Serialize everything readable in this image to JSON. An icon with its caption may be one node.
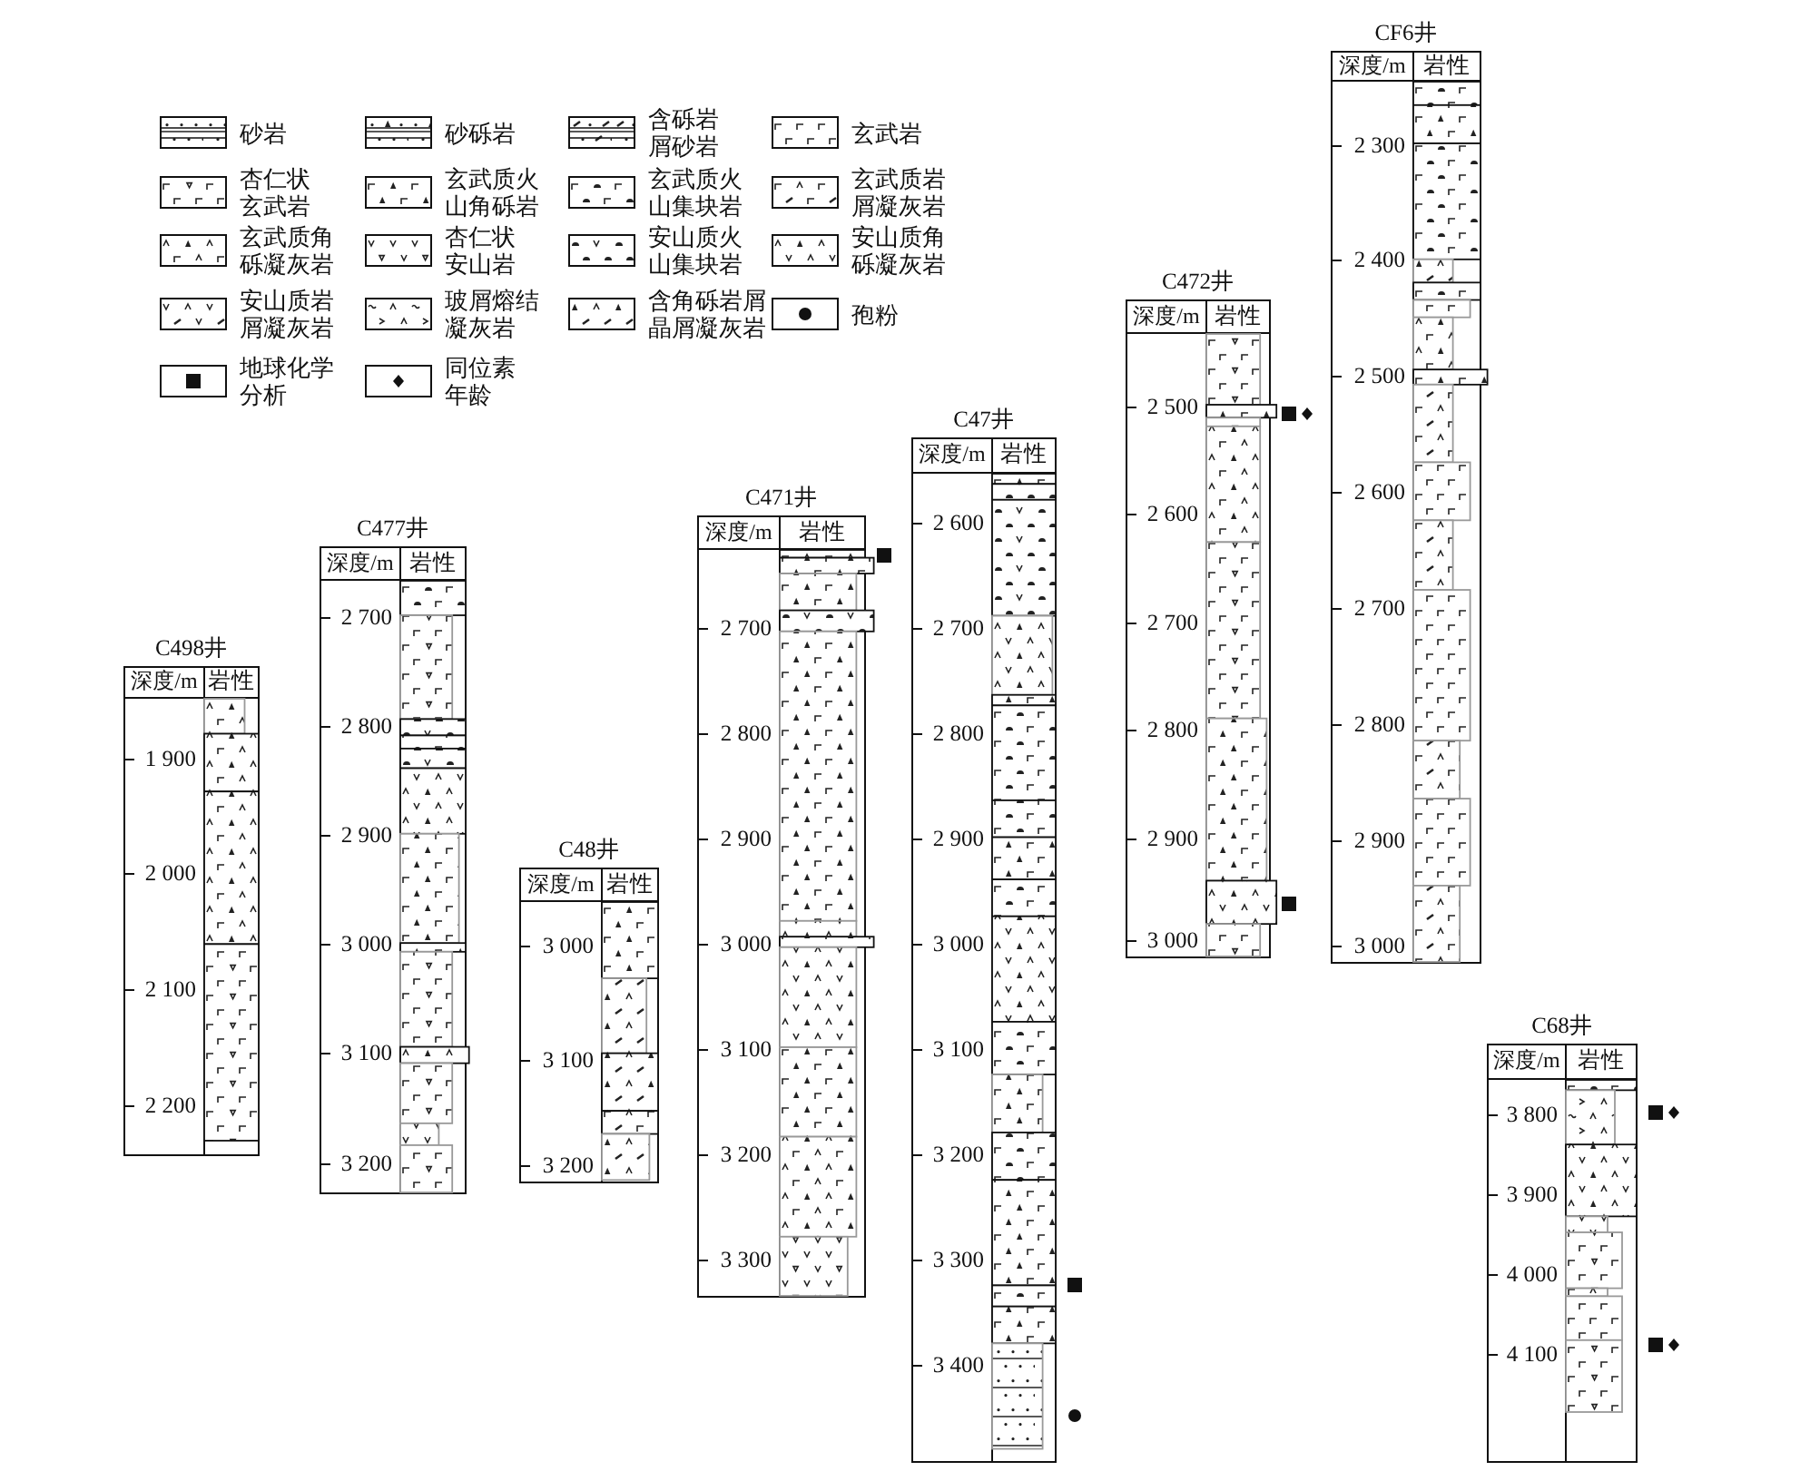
{
  "diagram": {
    "nodes": [
      {
        "text": [
          "C498井",
          "深度/m",
          "岩性",
          "1 900",
          "2 000",
          "2 100",
          "2 200"
        ]
      },
      {
        "text": [
          "C477井",
          "深度/m",
          "岩性",
          "2 700",
          "2 800",
          "2 900",
          "3 000",
          "3 100",
          "3 200"
        ]
      },
      {
        "text": [
          "C48井",
          "深度/m",
          "岩性",
          "3 000",
          "3 100",
          "3 200"
        ]
      },
      {
        "text": [
          "C471井",
          "深度/m",
          "岩性",
          "2 700",
          "2 800",
          "2 900",
          "3 000",
          "3 100",
          "3 200",
          "3 300"
        ]
      },
      {
        "text": [
          "C47井",
          "深度/m",
          "岩性",
          "2 600",
          "2 700",
          "2 800",
          "2 900",
          "3 000",
          "3 100",
          "3 200",
          "3 300",
          "3 400"
        ]
      },
      {
        "text": [
          "C472井",
          "深度/m",
          "岩性",
          "2 500",
          "2 600",
          "2 700",
          "2 800",
          "2 900",
          "3 000"
        ]
      },
      {
        "text": [
          "CF6井",
          "深度/m",
          "岩性",
          "2 300",
          "2 400",
          "2 500",
          "2 600",
          "2 700",
          "2 800",
          "2 900",
          "3 000"
        ]
      },
      {
        "text": [
          "C68井",
          "深度/m",
          "岩性",
          "3 800",
          "3 900",
          "4 000",
          "4 100"
        ]
      }
    ],
    "legend": [
      {
        "text": "砂岩"
      },
      {
        "text": "砂砾岩"
      },
      {
        "text": "含砾岩屑砂岩"
      },
      {
        "text": "玄武岩"
      },
      {
        "text": "杏仁状玄武岩"
      },
      {
        "text": "玄武质火山角砾岩"
      },
      {
        "text": "玄武质火山集块岩"
      },
      {
        "text": "玄武质岩屑凝灰岩"
      },
      {
        "text": "玄武质角砾凝灰岩"
      },
      {
        "text": "杏仁状安山岩"
      },
      {
        "text": "安山质火山集块岩"
      },
      {
        "text": "安山质角砾凝灰岩"
      },
      {
        "text": "安山质岩屑凝灰岩"
      },
      {
        "text": "玻屑熔结凝灰岩"
      },
      {
        "text": "含角砾岩屑晶屑凝灰岩"
      },
      {
        "text": "孢粉"
      },
      {
        "text": "地球化学分析"
      },
      {
        "text": "同位素年龄"
      }
    ]
  }
}
